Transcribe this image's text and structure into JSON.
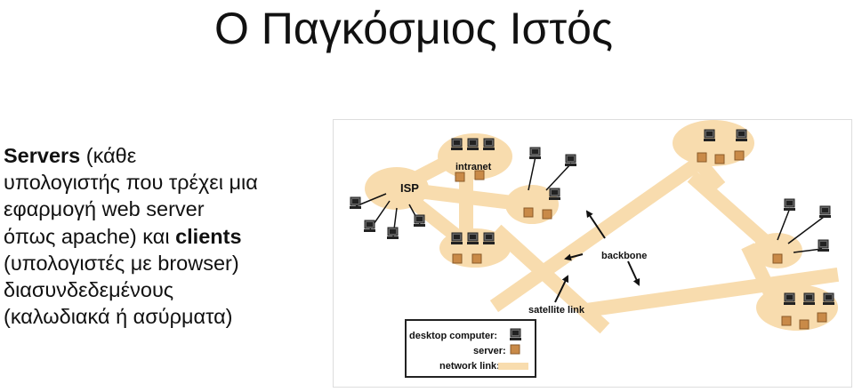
{
  "title": "Ο Παγκόσμιος Ιστός",
  "text": {
    "line1_bold": "Servers",
    "line1_rest": " (κάθε",
    "line2": "υπολογιστής που τρέχει μια",
    "line3": "εφαρμογή web server",
    "line4_pre": "όπως apache) και ",
    "line4_bold": "clients",
    "line5": "(υπολογιστές  με browser)",
    "line6": "διασυνδεδεμένους",
    "line7": "(καλωδιακά ή ασύρματα)"
  },
  "diagram": {
    "label_isp": "ISP",
    "label_intranet": "intranet",
    "label_backbone": "backbone",
    "label_satellite": "satellite link",
    "legend": {
      "desktop": "desktop computer:",
      "server": "server:",
      "network": "network link:"
    },
    "colors": {
      "network": "#f8dcae",
      "server": "#c98a48",
      "desktop": "#222222"
    }
  }
}
